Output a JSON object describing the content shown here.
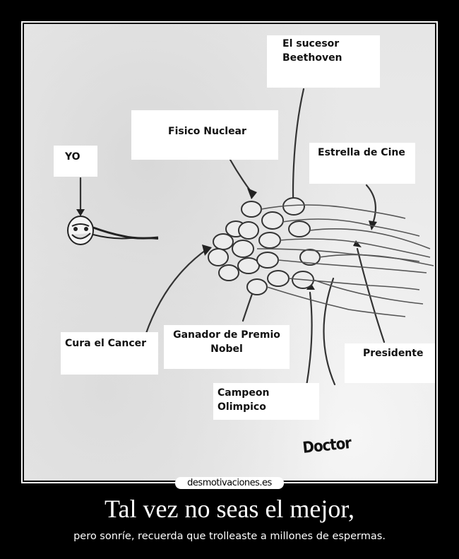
{
  "poster": {
    "watermark": "desmotivaciones.es",
    "title": "Tal vez no seas el mejor,",
    "subtitle": "pero sonríe, recuerda que trolleaste a millones de espermas."
  },
  "illustration": {
    "labels": {
      "yo": "YO",
      "fisico": "Fisico Nuclear",
      "beethoven_line1": "El sucesor",
      "beethoven_line2": "Beethoven",
      "estrella": "Estrella de Cine",
      "cancer": "Cura el Cancer",
      "nobel_line1": "Ganador de Premio",
      "nobel_line2": "Nobel",
      "campeon_line1": "Campeon",
      "campeon_line2": "Olimpico",
      "presidente": "Presidente",
      "doctor": "Doctor"
    },
    "icons": {
      "troll_face": "troll-face-sperm",
      "sperm_cluster": "sperm-cluster"
    },
    "colors": {
      "background": "#000000",
      "paper": "#e8e8e8",
      "ink": "#222222",
      "label_bg": "#ffffff"
    }
  }
}
